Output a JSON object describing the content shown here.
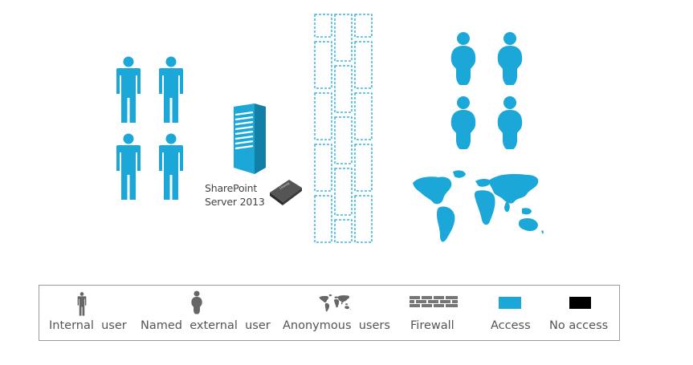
{
  "diagram": {
    "product_label_line1": "SharePoint",
    "product_label_line2": "Server 2013",
    "license_text": "License"
  },
  "legend": {
    "items": [
      {
        "key": "internal-user",
        "label": "Internal  user"
      },
      {
        "key": "named-external-user",
        "label": "Named  external  user"
      },
      {
        "key": "anonymous-users",
        "label": "Anonymous  users"
      },
      {
        "key": "firewall",
        "label": "Firewall"
      },
      {
        "key": "access",
        "label": "Access"
      },
      {
        "key": "no-access",
        "label": "No access"
      }
    ]
  },
  "colors": {
    "access": "#1ba8d9",
    "no_access": "#000000",
    "legend_gray": "#555555",
    "firewall_gray": "#767676"
  },
  "icons": [
    "internal-user-icon",
    "named-external-user-icon",
    "server-icon",
    "license-book-icon",
    "firewall-icon",
    "world-map-icon"
  ]
}
